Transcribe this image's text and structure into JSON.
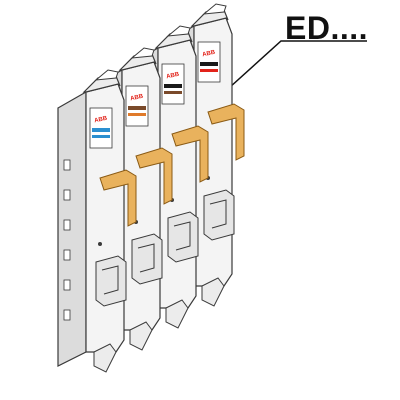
{
  "callout": {
    "label": "ED...."
  },
  "brand_mark": "ABB",
  "colors": {
    "body": "#f4f4f4",
    "edge": "#3a3a3a",
    "handle": "#e9b25d",
    "handle_edge": "#8a5a14",
    "abb_red": "#e2231a",
    "stripe_blue": "#2b8fd0",
    "stripe_brown": "#7a4a2a",
    "stripe_orange": "#e07a2a",
    "stripe_black": "#1a1a1a"
  },
  "modules": [
    {
      "id": "module-1",
      "stripe_colors": [
        "#2b8fd0",
        "#2b8fd0"
      ]
    },
    {
      "id": "module-2",
      "stripe_colors": [
        "#7a4a2a",
        "#e07a2a"
      ]
    },
    {
      "id": "module-3",
      "stripe_colors": [
        "#1a1a1a",
        "#7a4a2a"
      ]
    },
    {
      "id": "module-4",
      "stripe_colors": [
        "#1a1a1a",
        "#e2231a"
      ]
    }
  ]
}
